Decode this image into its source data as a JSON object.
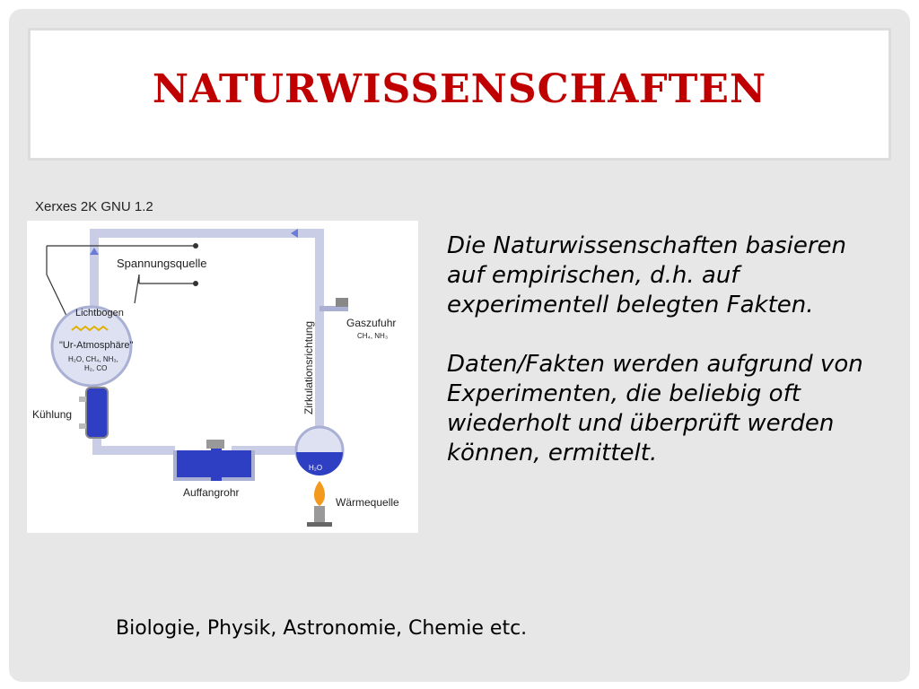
{
  "slide": {
    "title": "NATURWISSENSCHAFTEN",
    "credit": "Xerxes 2K GNU 1.2",
    "paragraph1": "Die Naturwissenschaften basieren auf empirischen, d.h. auf experimentell belegten Fakten.",
    "paragraph2": "Daten/Fakten werden aufgrund von Experimenten, die beliebig oft wiederholt und überprüft werden können, ermittelt.",
    "footer": "Biologie, Physik, Astronomie, Chemie etc."
  },
  "diagram": {
    "spannungsquelle": "Spannungsquelle",
    "lichtbogen": "Lichtbogen",
    "ur_atmosphaere": "\"Ur-Atmosphäre\"",
    "gases1": "H₂O, CH₄, NH₃,",
    "gases2": "H₂, CO",
    "kuehlung": "Kühlung",
    "auffangrohr": "Auffangrohr",
    "zirkulation": "Zirkulationsrichtung",
    "gaszufuhr": "Gaszufuhr",
    "gaszufuhr_gases": "CH₄, NH₃",
    "waermequelle": "Wärmequelle",
    "flask_label": "H₂O"
  },
  "colors": {
    "title": "#c00000",
    "tube": "#c9cde6",
    "liquid": "#2e3fc4"
  }
}
